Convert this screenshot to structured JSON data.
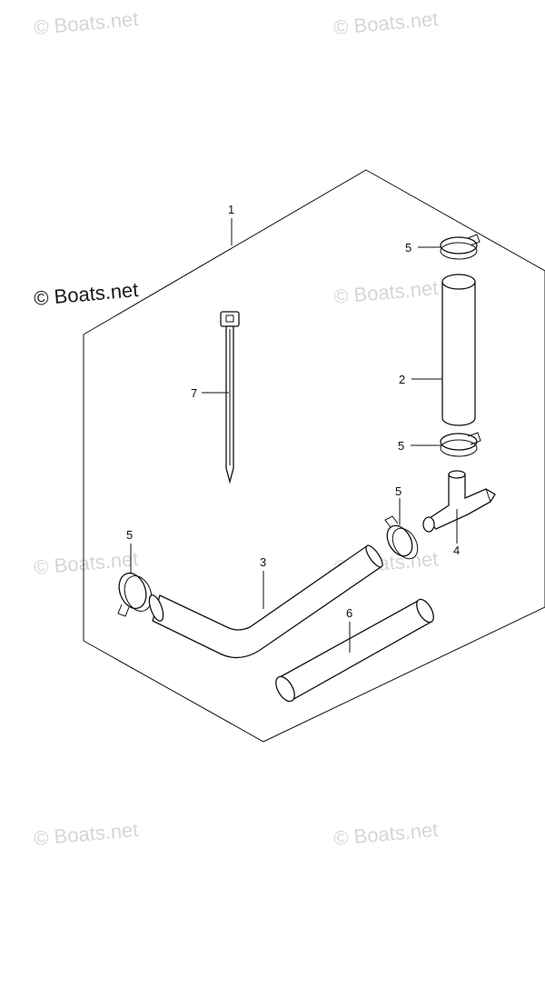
{
  "watermark": {
    "text": "© Boats.net"
  },
  "callouts": {
    "kit": "1",
    "hose_upper": "2",
    "hose_bent": "3",
    "tee_joint": "4",
    "clamp": "5",
    "hose_short": "6",
    "cable_tie": "7"
  }
}
